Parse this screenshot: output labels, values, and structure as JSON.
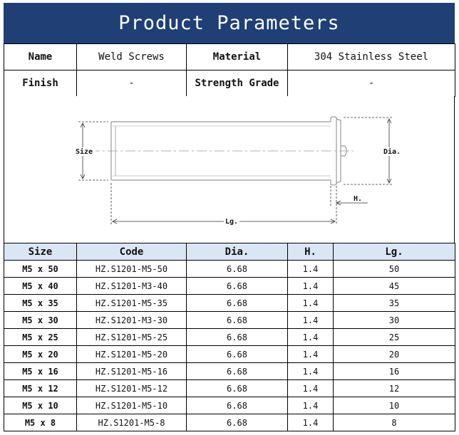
{
  "header": {
    "title": "Product Parameters"
  },
  "info": {
    "name_label": "Name",
    "name_value": "Weld Screws",
    "material_label": "Material",
    "material_value": "304 Stainless Steel",
    "finish_label": "Finish",
    "finish_value": "-",
    "grade_label": "Strength Grade",
    "grade_value": "-"
  },
  "diagram": {
    "size_label": "Size",
    "dia_label": "Dia.",
    "h_label": "H.",
    "lg_label": "Lg."
  },
  "table": {
    "headers": [
      "Size",
      "Code",
      "Dia.",
      "H.",
      "Lg."
    ],
    "rows": [
      [
        "M5 x 50",
        "HZ.S1201-M5-50",
        "6.68",
        "1.4",
        "50"
      ],
      [
        "M5 x 40",
        "HZ.S1201-M3-40",
        "6.68",
        "1.4",
        "45"
      ],
      [
        "M5 x 35",
        "HZ.S1201-M5-35",
        "6.68",
        "1.4",
        "35"
      ],
      [
        "M5 x 30",
        "HZ.S1201-M3-30",
        "6.68",
        "1.4",
        "30"
      ],
      [
        "M5 x 25",
        "HZ.S1201-M5-25",
        "6.68",
        "1.4",
        "25"
      ],
      [
        "M5 x 20",
        "HZ.S1201-M5-20",
        "6.68",
        "1.4",
        "20"
      ],
      [
        "M5 x 16",
        "HZ.S1201-M5-16",
        "6.68",
        "1.4",
        "16"
      ],
      [
        "M5 x 12",
        "HZ.S1201-M5-12",
        "6.68",
        "1.4",
        "12"
      ],
      [
        "M5 x 10",
        "HZ.S1201-M5-10",
        "6.68",
        "1.4",
        "10"
      ],
      [
        "M5 x 8",
        "HZ.S1201-M5-8",
        "6.68",
        "1.4",
        "8"
      ]
    ]
  }
}
